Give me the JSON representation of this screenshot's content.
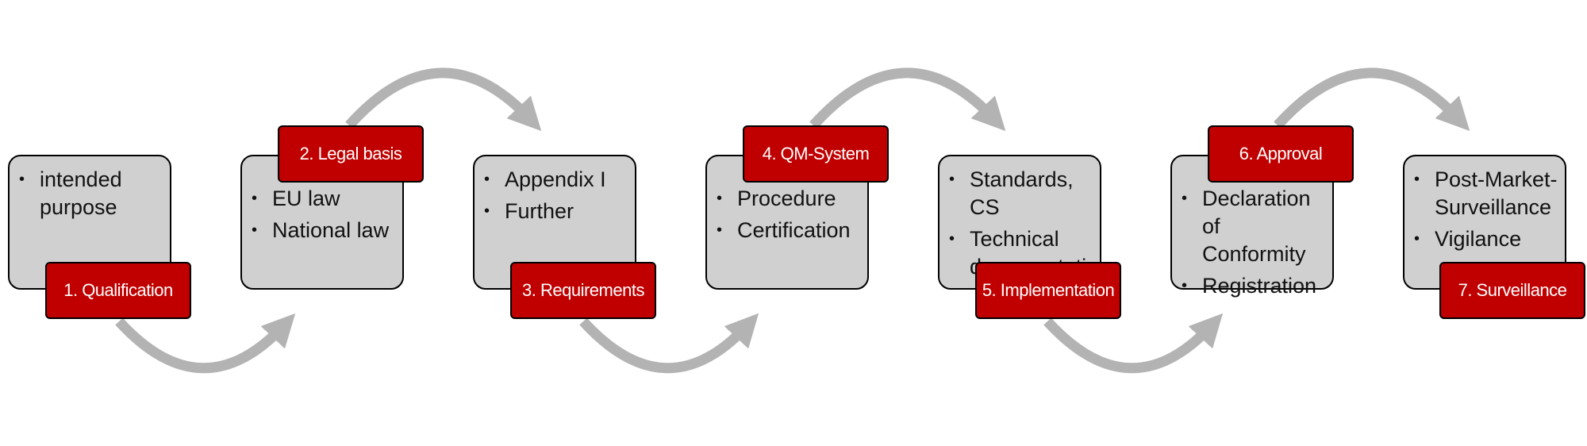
{
  "colors": {
    "card_fill": "#d0d0d0",
    "label_fill": "#c00000",
    "label_text": "#ffffff",
    "arrow": "#b3b3b3"
  },
  "steps": [
    {
      "label": "1. Qualification",
      "bullets": [
        "intended\npurpose"
      ]
    },
    {
      "label": "2. Legal basis",
      "bullets": [
        "EU law",
        "National law"
      ]
    },
    {
      "label": "3. Requirements",
      "bullets": [
        "Appendix I",
        "Further"
      ]
    },
    {
      "label": "4. QM-System",
      "bullets": [
        "Procedure",
        "Certification"
      ]
    },
    {
      "label": "5. Implementation",
      "bullets": [
        "Standards, CS",
        "Technical\ndocumentation"
      ]
    },
    {
      "label": "6. Approval",
      "bullets": [
        "Declaration of\nConformity",
        "Registration"
      ]
    },
    {
      "label": "7. Surveillance",
      "bullets": [
        "Post-Market-\nSurveillance",
        "Vigilance"
      ]
    }
  ]
}
